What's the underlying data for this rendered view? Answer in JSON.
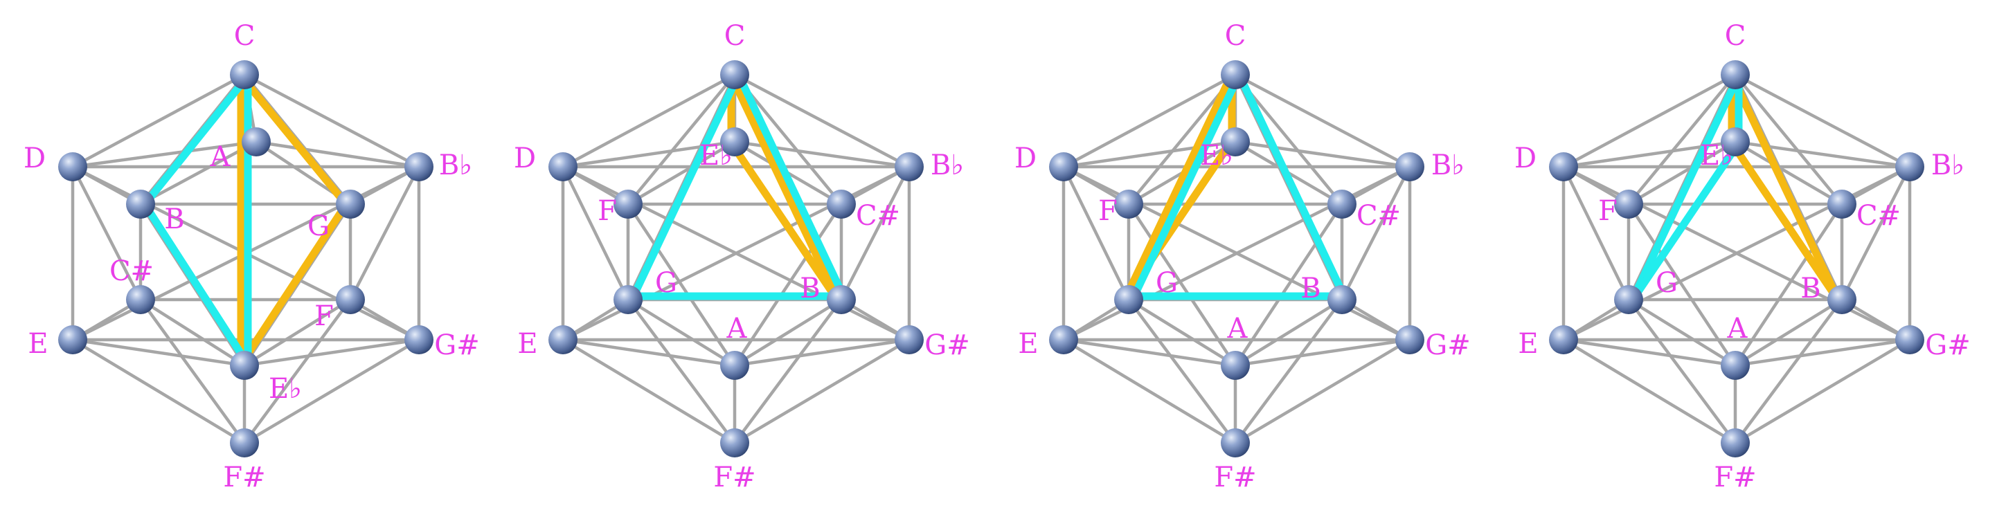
{
  "colors": {
    "label": "#e83ee8",
    "edge": "#a6a6a6",
    "highlight_cyan": "#22eded",
    "highlight_orange": "#f5b912",
    "vertex_light": "#c9d6ee",
    "vertex_mid": "#6f86b8",
    "vertex_dark": "#2f4470"
  },
  "panels": [
    {
      "vertices": [
        {
          "id": "C",
          "label": "C"
        },
        {
          "id": "D",
          "label": "D"
        },
        {
          "id": "Bb",
          "label": "B♭"
        },
        {
          "id": "A",
          "label": "A"
        },
        {
          "id": "B",
          "label": "B"
        },
        {
          "id": "G",
          "label": "G"
        },
        {
          "id": "Cs",
          "label": "C#"
        },
        {
          "id": "F",
          "label": "F"
        },
        {
          "id": "E",
          "label": "E"
        },
        {
          "id": "Gs",
          "label": "G#"
        },
        {
          "id": "Eb",
          "label": "E♭"
        },
        {
          "id": "Fs",
          "label": "F#"
        }
      ],
      "highlight_cyan": [
        [
          "C",
          "B"
        ],
        [
          "B",
          "Eb"
        ],
        [
          "C",
          "Eb"
        ]
      ],
      "highlight_orange": [
        [
          "C",
          "G"
        ],
        [
          "G",
          "Eb"
        ],
        [
          "C",
          "Eb"
        ]
      ]
    },
    {
      "vertices": [
        {
          "id": "C",
          "label": "C"
        },
        {
          "id": "D",
          "label": "D"
        },
        {
          "id": "Bb",
          "label": "B♭"
        },
        {
          "id": "Eb",
          "label": "E♭"
        },
        {
          "id": "F",
          "label": "F"
        },
        {
          "id": "Cs",
          "label": "C#"
        },
        {
          "id": "G",
          "label": "G"
        },
        {
          "id": "B",
          "label": "B"
        },
        {
          "id": "E",
          "label": "E"
        },
        {
          "id": "Gs",
          "label": "G#"
        },
        {
          "id": "A",
          "label": "A"
        },
        {
          "id": "Fs",
          "label": "F#"
        }
      ],
      "highlight_cyan": [
        [
          "C",
          "G"
        ],
        [
          "G",
          "B"
        ],
        [
          "C",
          "B"
        ]
      ],
      "highlight_orange": [
        [
          "C",
          "Eb"
        ],
        [
          "Eb",
          "B"
        ],
        [
          "C",
          "B"
        ]
      ]
    },
    {
      "vertices": [
        {
          "id": "C",
          "label": "C"
        },
        {
          "id": "D",
          "label": "D"
        },
        {
          "id": "Bb",
          "label": "B♭"
        },
        {
          "id": "Eb",
          "label": "E♭"
        },
        {
          "id": "F",
          "label": "F"
        },
        {
          "id": "Cs",
          "label": "C#"
        },
        {
          "id": "G",
          "label": "G"
        },
        {
          "id": "B",
          "label": "B"
        },
        {
          "id": "E",
          "label": "E"
        },
        {
          "id": "Gs",
          "label": "G#"
        },
        {
          "id": "A",
          "label": "A"
        },
        {
          "id": "Fs",
          "label": "F#"
        }
      ],
      "highlight_cyan": [
        [
          "C",
          "G"
        ],
        [
          "G",
          "B"
        ],
        [
          "C",
          "B"
        ]
      ],
      "highlight_orange": [
        [
          "C",
          "G"
        ],
        [
          "C",
          "Eb"
        ],
        [
          "Eb",
          "G"
        ]
      ]
    },
    {
      "vertices": [
        {
          "id": "C",
          "label": "C"
        },
        {
          "id": "D",
          "label": "D"
        },
        {
          "id": "Bb",
          "label": "B♭"
        },
        {
          "id": "Eb",
          "label": "E♭"
        },
        {
          "id": "F",
          "label": "F"
        },
        {
          "id": "Cs",
          "label": "C#"
        },
        {
          "id": "G",
          "label": "G"
        },
        {
          "id": "B",
          "label": "B"
        },
        {
          "id": "E",
          "label": "E"
        },
        {
          "id": "Gs",
          "label": "G#"
        },
        {
          "id": "A",
          "label": "A"
        },
        {
          "id": "Fs",
          "label": "F#"
        }
      ],
      "highlight_cyan": [
        [
          "C",
          "G"
        ],
        [
          "C",
          "Eb"
        ],
        [
          "Eb",
          "G"
        ]
      ],
      "highlight_orange": [
        [
          "C",
          "Eb"
        ],
        [
          "Eb",
          "B"
        ],
        [
          "C",
          "B"
        ]
      ]
    }
  ]
}
